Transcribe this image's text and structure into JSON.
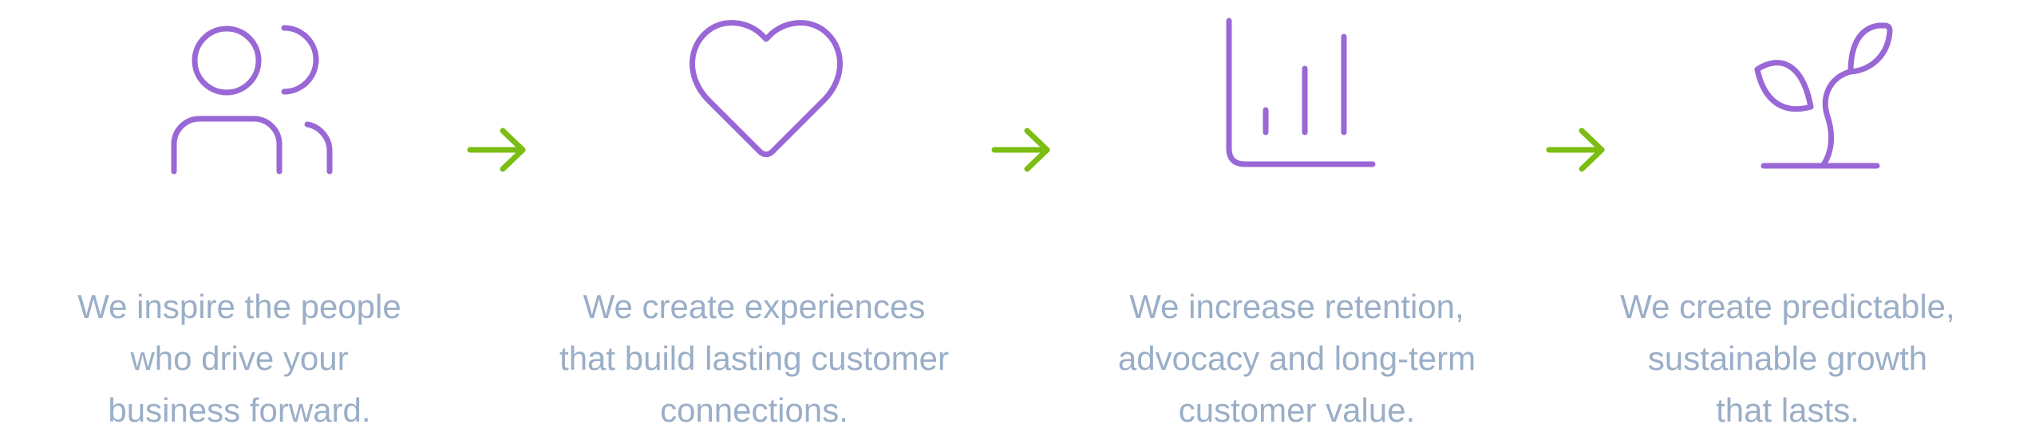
{
  "colors": {
    "icon": "#9a67d6",
    "arrow": "#7bbd12",
    "text": "#9aaec7",
    "background": "#ffffff"
  },
  "steps": [
    {
      "icon": "users-icon",
      "lines": [
        "We inspire the people",
        "who drive your",
        "business forward."
      ]
    },
    {
      "icon": "heart-icon",
      "lines": [
        "We create experiences",
        "that build lasting customer",
        "connections."
      ]
    },
    {
      "icon": "bar-chart-icon",
      "lines": [
        "We increase retention,",
        "advocacy and long-term",
        "customer value."
      ]
    },
    {
      "icon": "plant-icon",
      "lines": [
        "We create predictable,",
        "sustainable growth",
        "that lasts."
      ]
    }
  ],
  "connectors": [
    "arrow-right-icon",
    "arrow-right-icon",
    "arrow-right-icon"
  ]
}
